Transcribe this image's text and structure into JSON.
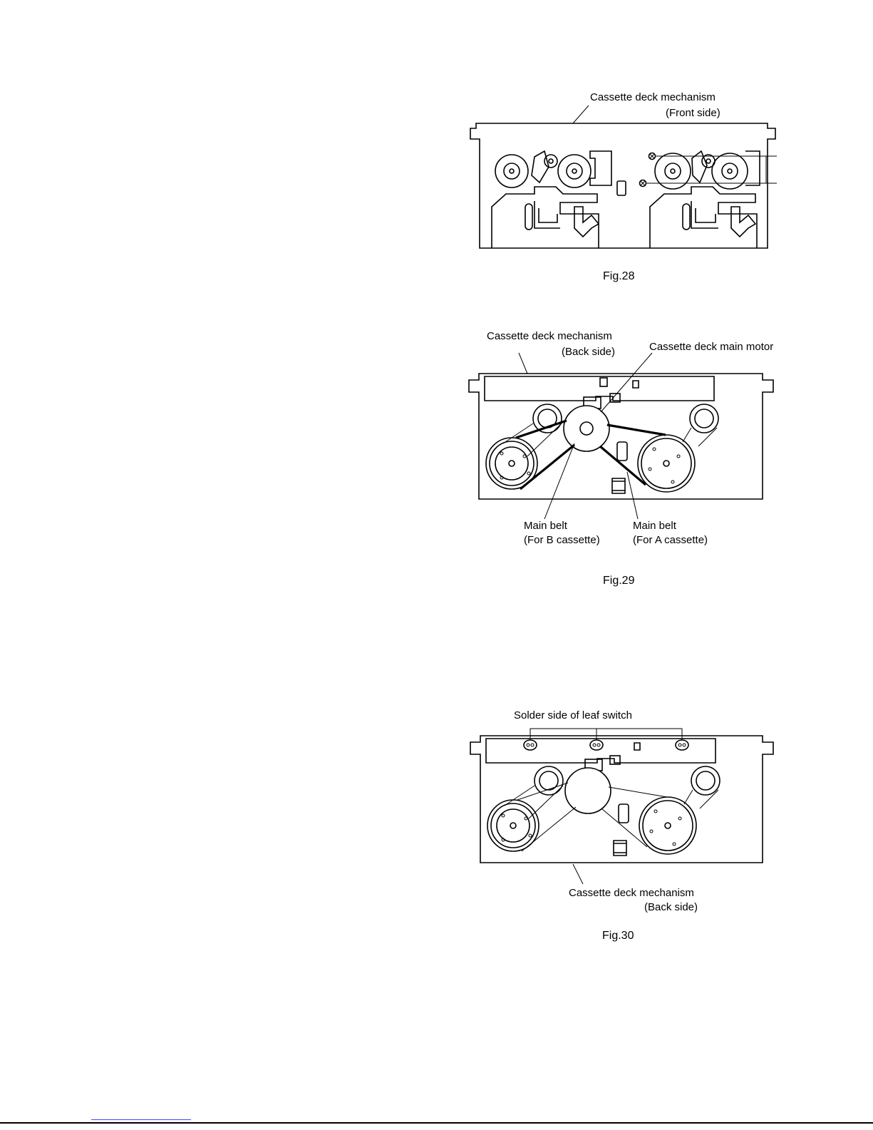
{
  "figures": [
    {
      "id": "fig28",
      "caption": "Fig.28",
      "labels": {
        "mechanism_line1": "Cassette deck mechanism",
        "mechanism_line2": "(Front side)"
      }
    },
    {
      "id": "fig29",
      "caption": "Fig.29",
      "labels": {
        "mechanism_line1": "Cassette deck mechanism",
        "mechanism_line2": "(Back side)",
        "motor": "Cassette deck main motor",
        "belt_b_line1": "Main belt",
        "belt_b_line2": "(For B cassette)",
        "belt_a_line1": "Main belt",
        "belt_a_line2": "(For A cassette)"
      }
    },
    {
      "id": "fig30",
      "caption": "Fig.30",
      "labels": {
        "leaf_switch": "Solder side of leaf switch",
        "mechanism_line1": "Cassette deck mechanism",
        "mechanism_line2": "(Back side)"
      }
    }
  ]
}
